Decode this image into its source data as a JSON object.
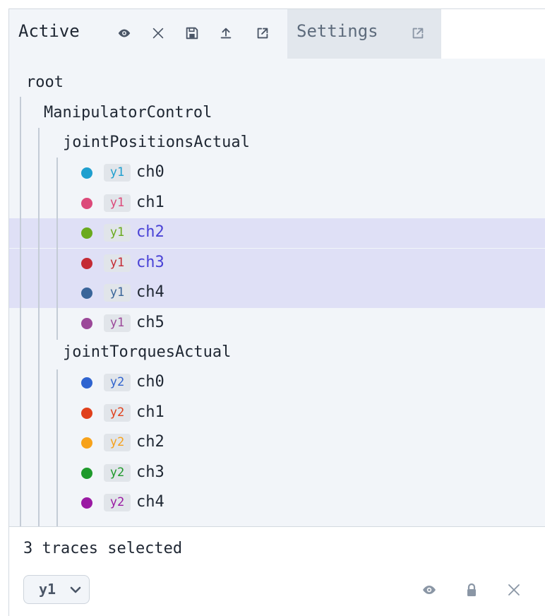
{
  "tabs": {
    "active_label": "Active",
    "settings_label": "Settings"
  },
  "tree": {
    "root_label": "root",
    "group_label": "ManipulatorControl",
    "sections": [
      {
        "label": "jointPositionsActual",
        "channels": [
          {
            "label": "ch0",
            "axis": "y1",
            "color": "#1f9fcf",
            "selected": false
          },
          {
            "label": "ch1",
            "axis": "y1",
            "color": "#dc4a7a",
            "selected": false
          },
          {
            "label": "ch2",
            "axis": "y1",
            "color": "#6aaa1d",
            "selected": true,
            "accent": true
          },
          {
            "label": "ch3",
            "axis": "y1",
            "color": "#c42b34",
            "selected": true,
            "accent": true
          },
          {
            "label": "ch4",
            "axis": "y1",
            "color": "#3a6599",
            "selected": true,
            "accent": false
          },
          {
            "label": "ch5",
            "axis": "y1",
            "color": "#9b4899",
            "selected": false
          }
        ]
      },
      {
        "label": "jointTorquesActual",
        "channels": [
          {
            "label": "ch0",
            "axis": "y2",
            "color": "#2f64d0",
            "selected": false
          },
          {
            "label": "ch1",
            "axis": "y2",
            "color": "#e0401c",
            "selected": false
          },
          {
            "label": "ch2",
            "axis": "y2",
            "color": "#f7a21b",
            "selected": false
          },
          {
            "label": "ch3",
            "axis": "y2",
            "color": "#1f9a2c",
            "selected": false
          },
          {
            "label": "ch4",
            "axis": "y2",
            "color": "#9a1aa3",
            "selected": false
          }
        ]
      }
    ]
  },
  "footer": {
    "selection_text": "3 traces selected",
    "axis_value": "y1"
  },
  "colors": {
    "panel_bg": "#f2f5f9",
    "selected_row": "#dfe0f6",
    "accent_text": "#4a43d6",
    "icon_gray": "#5d6b7c"
  }
}
